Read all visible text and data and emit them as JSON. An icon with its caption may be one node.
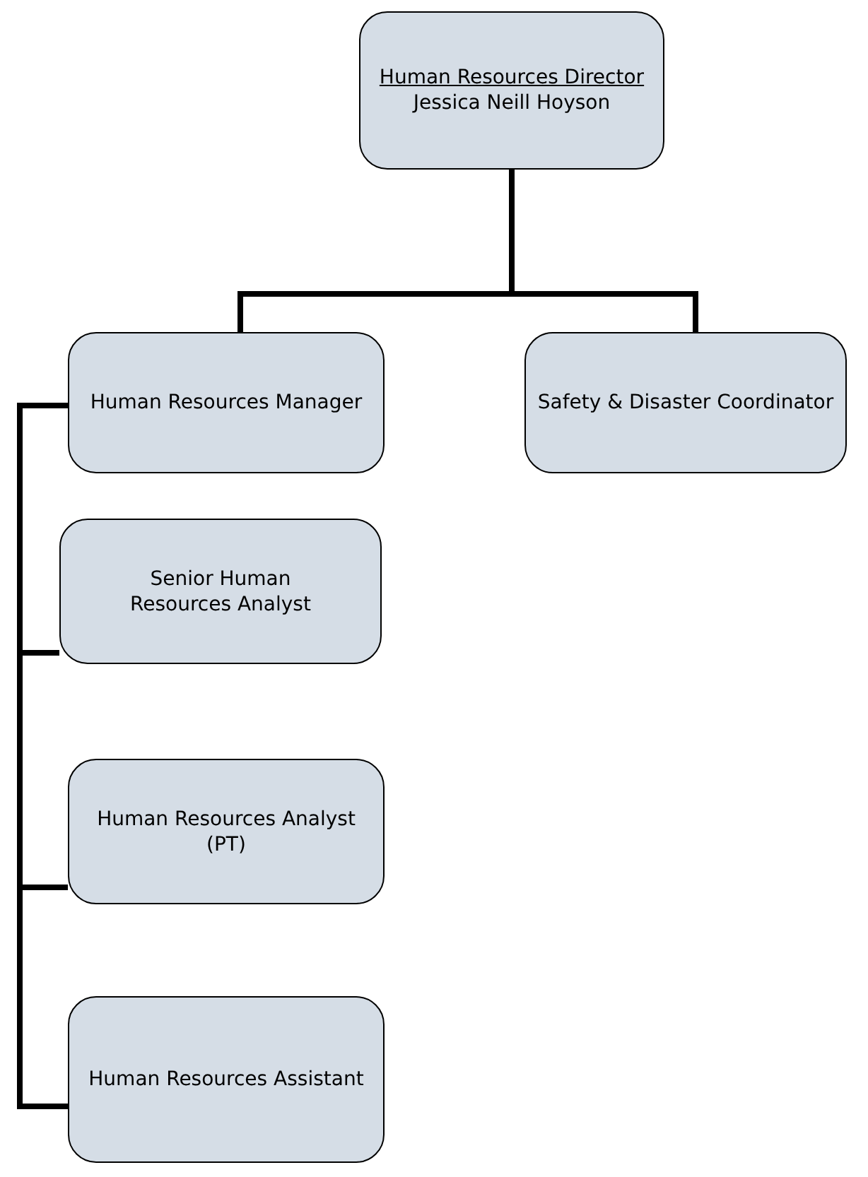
{
  "diagram": {
    "nodes": [
      {
        "text": [
          "Human Resources Director",
          "Jessica Neill Hoyson"
        ]
      },
      {
        "text": [
          "Human Resources Manager"
        ]
      },
      {
        "text": [
          "Safety & Disaster Coordinator"
        ]
      },
      {
        "text": [
          "Senior Human Resources Analyst"
        ]
      },
      {
        "text": [
          "Human Resources Analyst (PT)"
        ]
      },
      {
        "text": [
          "Human Resources Assistant"
        ]
      }
    ],
    "edges": [
      {
        "from": 0,
        "to": 1,
        "arrow": "none"
      },
      {
        "from": 0,
        "to": 2,
        "arrow": "none"
      },
      {
        "from": 1,
        "to": 3,
        "arrow": "none"
      },
      {
        "from": 1,
        "to": 4,
        "arrow": "none"
      },
      {
        "from": 1,
        "to": 5,
        "arrow": "none"
      }
    ]
  }
}
